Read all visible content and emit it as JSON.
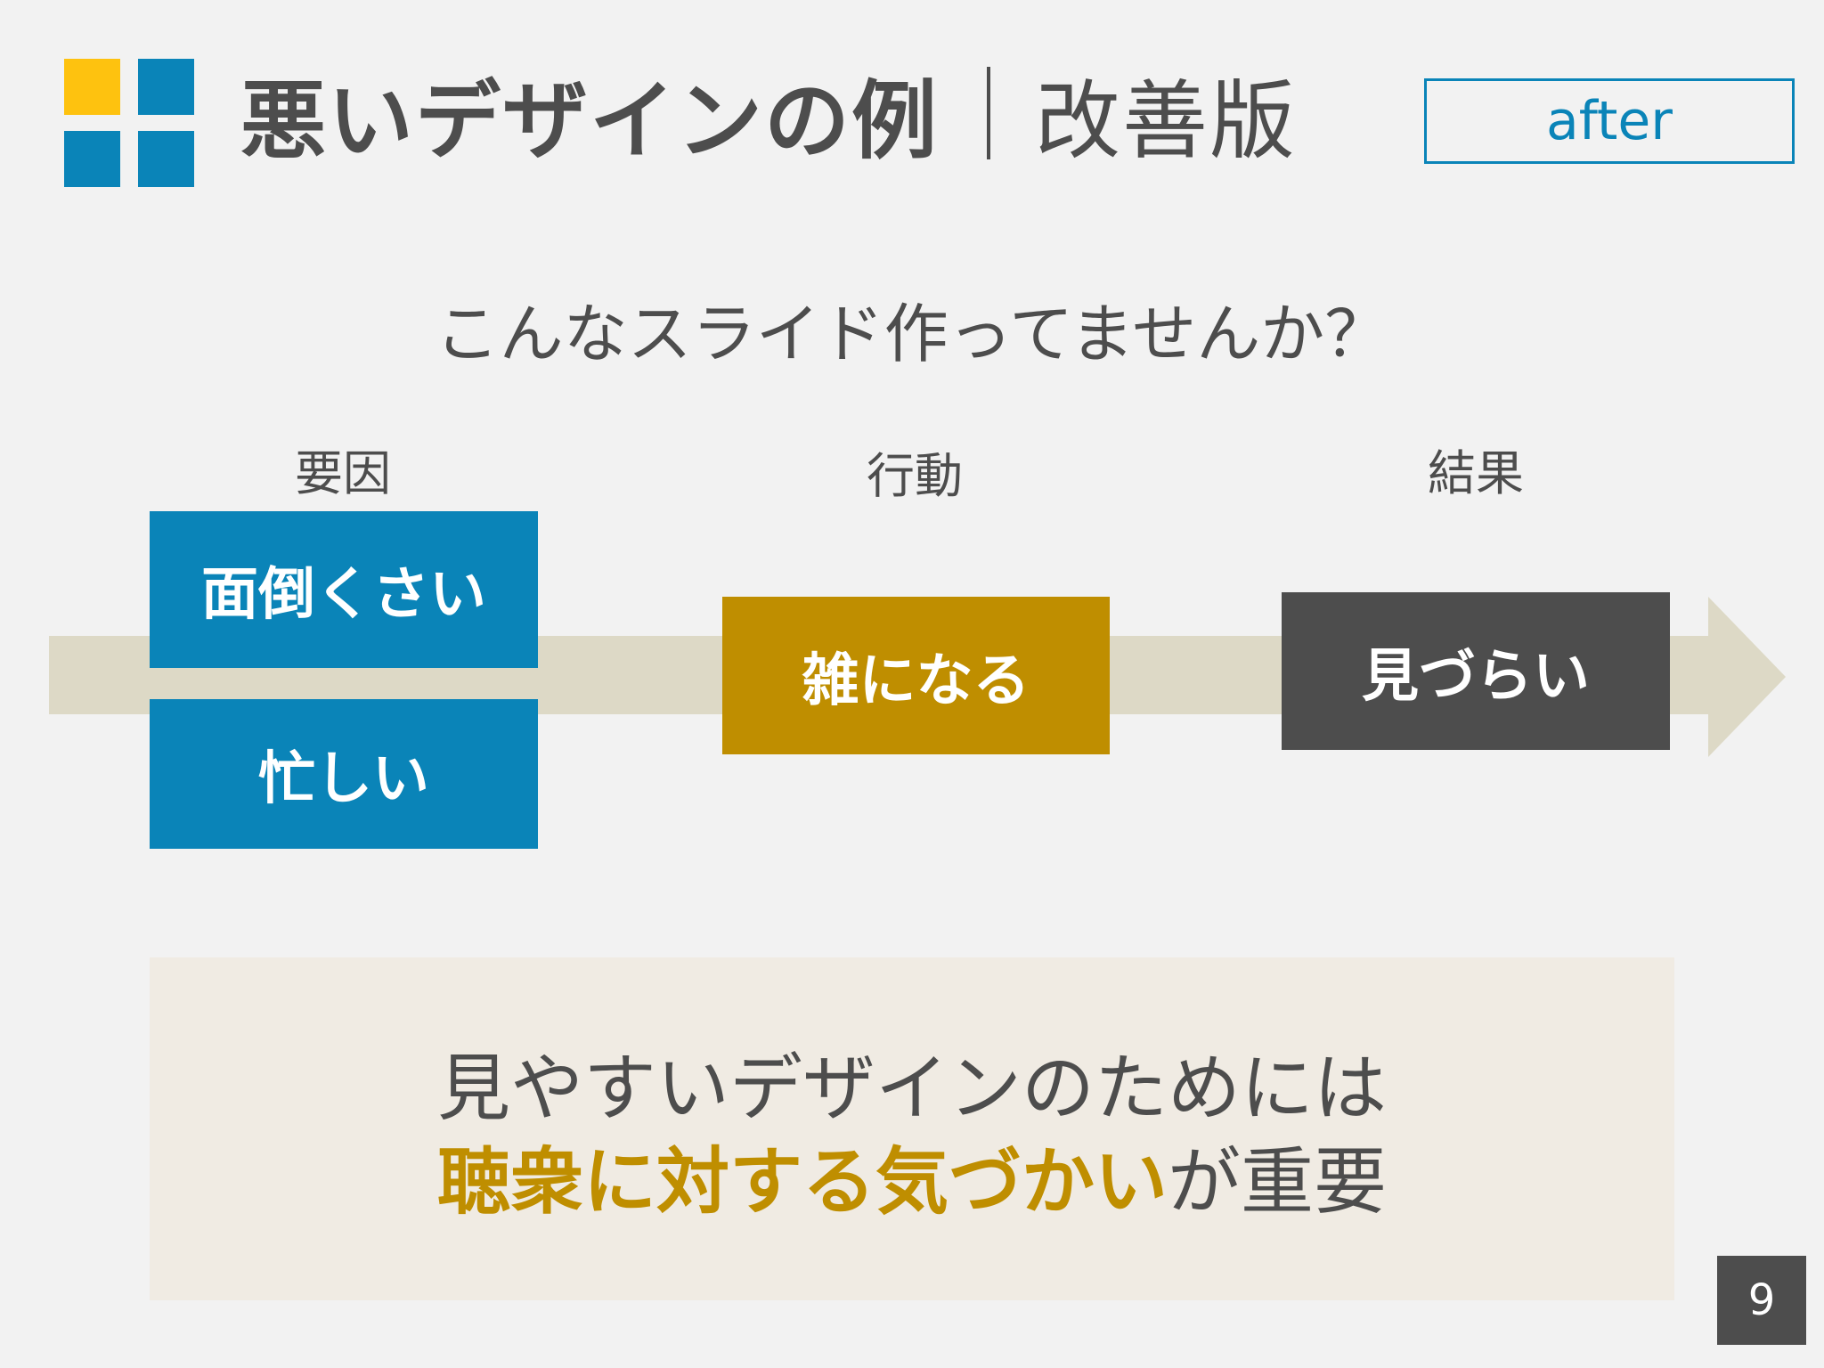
{
  "slide": {
    "title_main": "悪いデザインの例",
    "title_sub": "改善版",
    "tag": "after",
    "question": "こんなスライド作ってませんか？",
    "columns": [
      {
        "label": "要因"
      },
      {
        "label": "行動"
      },
      {
        "label": "結果"
      }
    ],
    "boxes": {
      "cause_1": "面倒くさい",
      "cause_2": "忙しい",
      "action": "雑になる",
      "result": "見づらい"
    },
    "takeaway": {
      "line1": "見やすいデザインのためには",
      "highlight": "聴衆に対する気づかい",
      "line2_suffix": "が重要"
    },
    "page_number": "9"
  },
  "colors": {
    "blue": "#0a84b8",
    "yellow": "#fec20f",
    "gold": "#bf8e00",
    "dark_gray": "#4d4d4d",
    "arrow": "#ddd9c6",
    "background": "#f2f2f2",
    "panel": "#f0ebe3"
  },
  "icons": {
    "logo": "four-squares-logo",
    "arrow": "timeline-arrow"
  }
}
